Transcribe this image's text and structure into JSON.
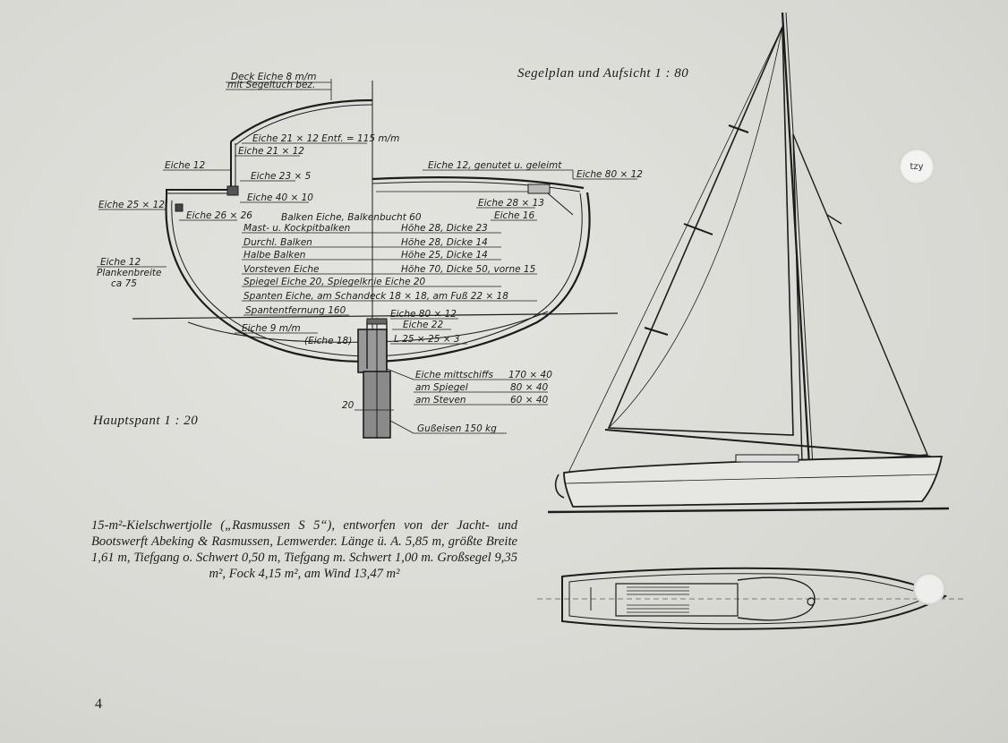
{
  "titles": {
    "sail_plan": "Segelplan und Aufsicht 1 : 80",
    "midship": "Hauptspant 1 : 20"
  },
  "labels": {
    "deck": "Deck Eiche 8 m/m",
    "deck2": "mit Segeltuch bez.",
    "eiche_21x12_entf": "Eiche 21 × 12  Entf. = 115 m/m",
    "eiche_21x12": "Eiche 21 × 12",
    "eiche_12": "Eiche 12",
    "eiche_23x5": "Eiche 23 × 5",
    "eiche_40x10": "Eiche 40 × 10",
    "eiche_25x12": "Eiche 25 × 12",
    "eiche_26x26": "Eiche 26 × 26",
    "eiche_12_genutet": "Eiche 12, genutet u. geleimt",
    "eiche_80x12_top": "Eiche 80 × 12",
    "eiche_28x13": "Eiche 28 × 13",
    "eiche_16": "Eiche 16",
    "eiche_12_planken": "Eiche 12",
    "plankenbreite": "Plankenbreite",
    "ca75": "ca 75",
    "balken": "Balken Eiche,  Balkenbucht 60",
    "mast": "Mast- u. Kockpitbalken",
    "mast_dim": "Höhe 28,  Dicke 23",
    "durchl": "Durchl. Balken",
    "durchl_dim": "Höhe 28,  Dicke 14",
    "halbe": "Halbe Balken",
    "halbe_dim": "Höhe 25,  Dicke 14",
    "vorsteven": "Vorsteven Eiche",
    "vorsteven_dim": "Höhe 70,  Dicke 50,  vorne 15",
    "spiegel": "Spiegel Eiche  20,  Spiegelknie  Eiche 20",
    "spanten": "Spanten Eiche,  am Schandeck 18 × 18,  am Fuß 22 × 18",
    "spantentfernung": "Spantentfernung   160",
    "eiche_80x12_keel": "Eiche 80 × 12",
    "eiche_22": "Eiche 22",
    "l_25": "L 25 × 25 × 3",
    "eiche_9mm": "Eiche 9 m/m",
    "eiche_18": "(Eiche 18)",
    "mittschiffs": "Eiche mittschiffs",
    "mittschiffs_dim": "170 × 40",
    "am_spiegel": "am Spiegel",
    "am_spiegel_dim": "80 × 40",
    "am_steven": "am Steven",
    "am_steven_dim": "60 × 40",
    "dim_20": "20",
    "gusseisen": "Gußeisen  150 kg"
  },
  "caption": "15-m²-Kielschwertjolle („Rasmussen S 5“), entworfen von der Jacht- und Bootswerft Abeking & Rasmussen, Lemwerder. Länge ü. A. 5,85 m, größte Breite 1,61 m, Tiefgang o. Schwert 0,50 m, Tiefgang m. Schwert 1,00 m.  Großsegel 9,35 m², Fock 4,15 m², am Wind 13,47 m²",
  "stamp": "tzy",
  "page_number": "4"
}
